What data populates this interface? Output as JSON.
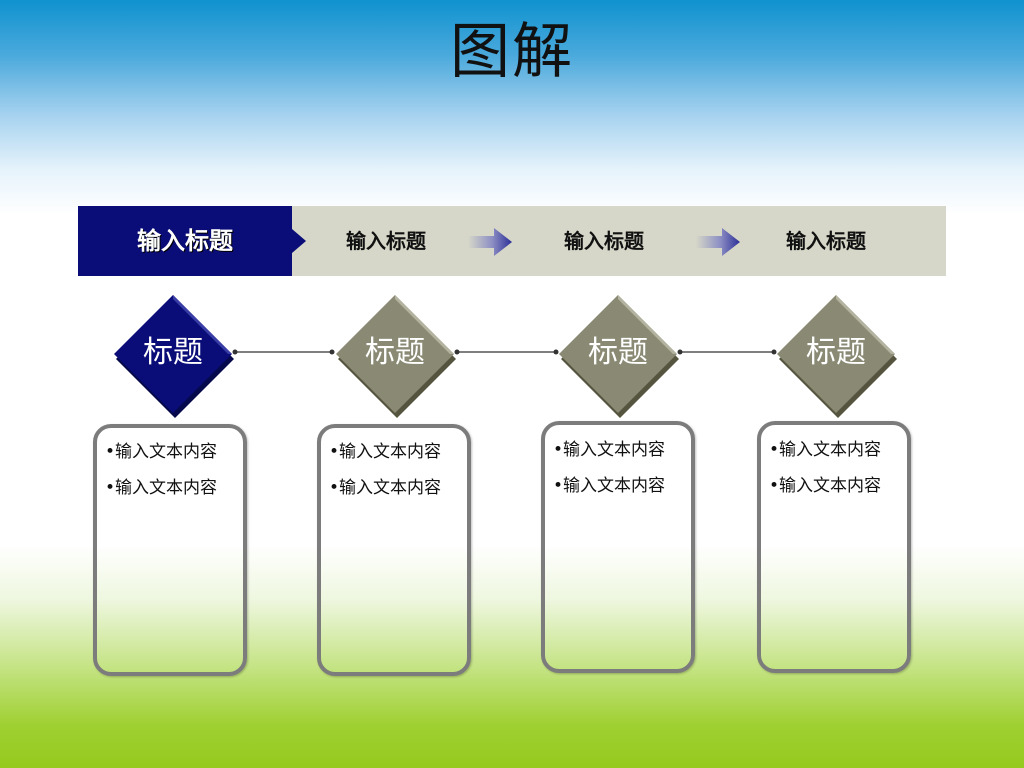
{
  "title": "图解",
  "header": {
    "steps": [
      {
        "label": "输入标题",
        "active": true
      },
      {
        "label": "输入标题",
        "active": false
      },
      {
        "label": "输入标题",
        "active": false
      },
      {
        "label": "输入标题",
        "active": false
      }
    ]
  },
  "nodes": [
    {
      "label": "标题",
      "items": [
        "•输入文本内容",
        "•输入文本内容"
      ]
    },
    {
      "label": "标题",
      "items": [
        "•输入文本内容",
        "•输入文本内容"
      ]
    },
    {
      "label": "标题",
      "items": [
        "•输入文本内容",
        "•输入文本内容"
      ]
    },
    {
      "label": "标题",
      "items": [
        "•输入文本内容",
        "•输入文本内容"
      ]
    }
  ],
  "colors": {
    "active": "#0a0d78",
    "inactive": "#8a8a74",
    "header_bar": "#d6d7c8",
    "box_border": "#7c7c7c"
  },
  "icons": [
    "right-arrow-icon",
    "right-arrow-icon"
  ]
}
